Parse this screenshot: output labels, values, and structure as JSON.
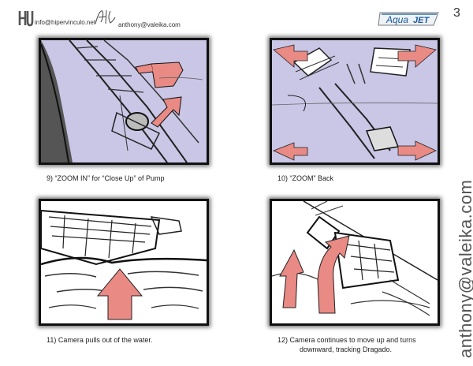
{
  "header": {
    "email_left": "info@hipervinculo.net",
    "email_center": "anthony@valeika.com",
    "brand_aqua": "Aqua",
    "brand_jet": "JET",
    "page_number": "3"
  },
  "sidebar": {
    "vertical_email": "anthony@valeika.com"
  },
  "panels": [
    {
      "caption": "9)  “ZOOM IN” for “Close Up” of Pump"
    },
    {
      "caption": "10)  “ZOOM” Back"
    },
    {
      "caption": "11)   Camera pulls out of the water."
    },
    {
      "caption_line1": "12)   Camera continues to move up and turns",
      "caption_line2": "downward, tracking Dragado."
    }
  ],
  "colors": {
    "panel_bg": "#c9c6e6",
    "arrow_fill": "#e98a84",
    "brand_blue": "#1b5a95"
  }
}
